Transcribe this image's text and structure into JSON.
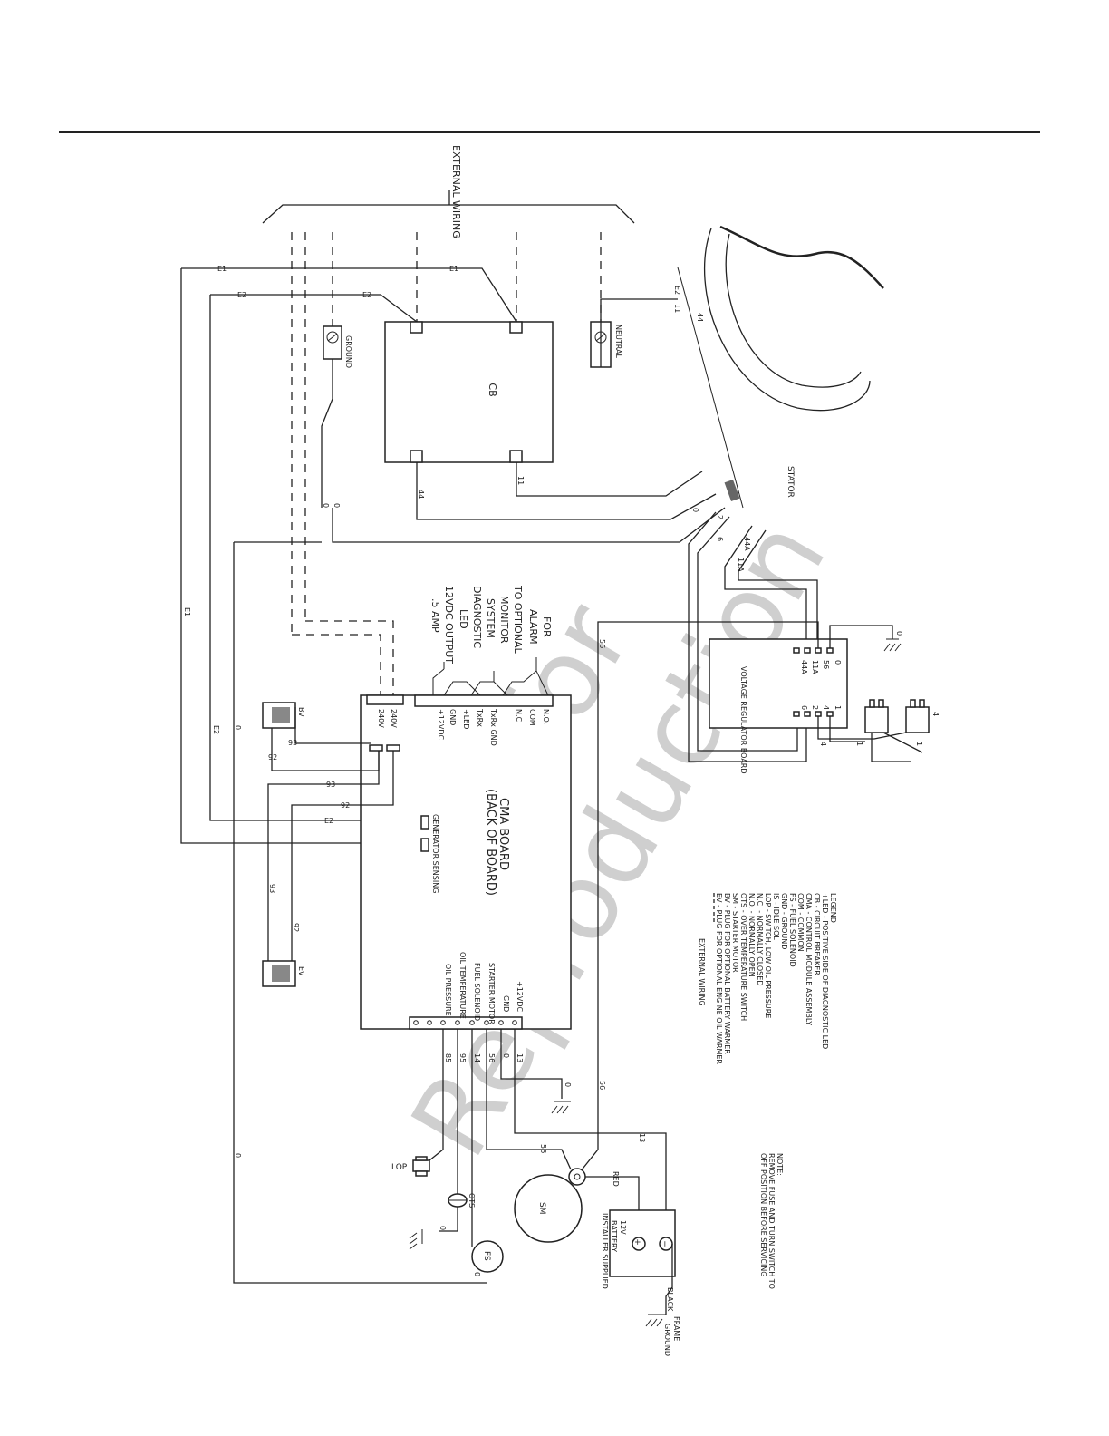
{
  "external_wiring": "EXTERNAL WIRING",
  "cb_label": "CB",
  "ground_label": "GROUND",
  "neutral_label": "NEUTRAL",
  "stator_label": "STATOR",
  "vr_board_label": "VOLTAGE REGULATOR BOARD",
  "cma_board_label": "CMA BOARD",
  "cma_board_sub": "(BACK OF BOARD)",
  "gen_sensing_label": "GENERATOR SENSING",
  "bv_label": "BV",
  "ev_label": "EV",
  "monitor_lines": [
    "FOR",
    "ALARM",
    "TO OPTIONAL",
    "MONITOR",
    "SYSTEM",
    "DIAGNOSTIC",
    "LED",
    "12VDC OUTPUT",
    ".5 AMP"
  ],
  "top_terms": [
    "240V",
    "240V",
    "+12VDC",
    "GND",
    "+LED",
    "TxRx",
    "TxRx GND",
    "N.C.",
    "COM",
    "N.O."
  ],
  "bottom_terms": [
    "+12VDC",
    "GND",
    "STARTER MOTOR",
    "FUEL SOLENOID",
    "OIL TEMPERATURE",
    "OIL PRESSURE"
  ],
  "bottom_wires": [
    "13",
    "0",
    "56",
    "14",
    "95",
    "85"
  ],
  "vr_pins_top": [
    "0",
    "56",
    "11A",
    "44A"
  ],
  "vr_pins_bottom": [
    "1",
    "4",
    "2",
    "6"
  ],
  "sm_label": "SM",
  "fs_label": "FS",
  "ots_label": "OTS",
  "lop_label": "LOP",
  "battery_label": [
    "12V",
    "BATTERY",
    "INSTALLER SUPPLIED"
  ],
  "red_label": "RED",
  "black_label": "BLACK",
  "frame_ground": [
    "FRAME",
    "GROUND"
  ],
  "plus_sign": "+",
  "minus_sign": "−",
  "legend_title": "LEGEND",
  "legend_items": [
    "+LED - POSITIVE SIDE OF DIAGNOSTIC LED",
    "CB - CIRCUIT BREAKER",
    "CMA - CONTROL MODULE ASSEMBLY",
    "COM - COMMON",
    "FS - FUEL SOLENOID",
    "GND - GROUND",
    "IS - IDLE SOL",
    "LOP - SWITCH, LOW OIL PRESSURE",
    "N.C. - NORMALLY CLOSED",
    "N.O. - NORMALLY OPEN",
    "OTS - OVER TEMPERATURE SWITCH",
    "SM - STARTER MOTOR",
    "BV - PLUG FOR OPTIONAL BATTERY WARMER",
    "EV - PLUG FOR OPTIONAL ENGINE OIL WARMER"
  ],
  "legend_external": "EXTERNAL WIRING",
  "note_lines": [
    "NOTE:",
    "REMOVE FUSE AND TURN SWITCH TO",
    "OFF POSITION BEFORE SERVICING"
  ],
  "watermark": [
    "Not for",
    "Reproduction"
  ],
  "wire_labels": {
    "e1": "E1",
    "e2": "E2",
    "w0": "0",
    "w44": "44",
    "w11": "11",
    "w2": "2",
    "w6": "6",
    "w44a": "44A",
    "w11a": "11A",
    "w56": "56",
    "w93": "93",
    "w92": "92",
    "w13": "13",
    "w4": "4",
    "w1": "1"
  }
}
